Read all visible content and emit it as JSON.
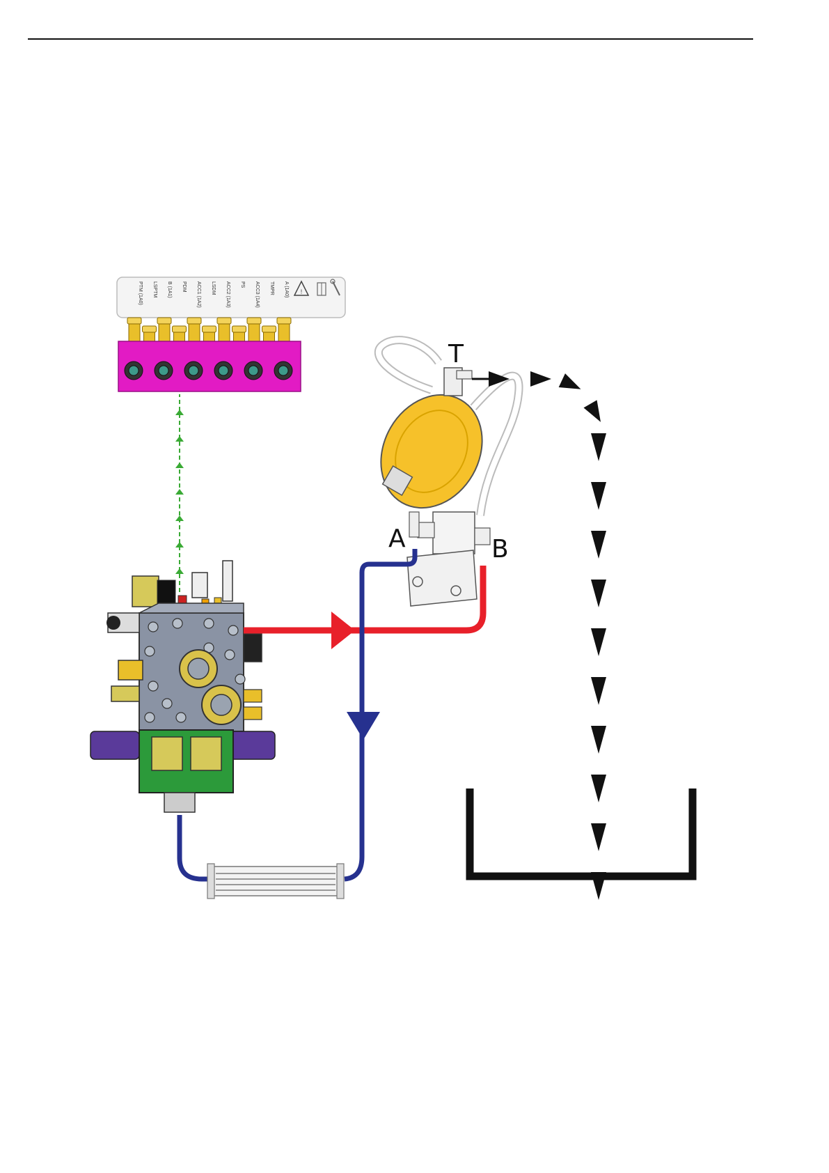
{
  "diagram": {
    "port_labels": {
      "tank": "T",
      "a": "A",
      "b": "B"
    },
    "test_panel_labels": [
      "A (1A0)",
      "TMPR",
      "ACC3 (1A4)",
      "PS",
      "ACC2 (1A3)",
      "LSDM",
      "ACC1 (1A2)",
      "PDM",
      "B (1A1)",
      "LSPTM",
      "PTM (1A0)"
    ],
    "colors": {
      "pressure_line": "#e8202a",
      "return_line": "#26318f",
      "drain_arrows": "#111111",
      "pilot_line": "#3aaa35",
      "manifold_block": "#e21bc4",
      "fittings": "#e9bf2a",
      "accumulator": "#f6c12a",
      "green_block": "#2c9a3a",
      "purple_solenoid": "#5a3a9a",
      "valve_body": "#8a93a4",
      "tank": "#111111"
    }
  }
}
